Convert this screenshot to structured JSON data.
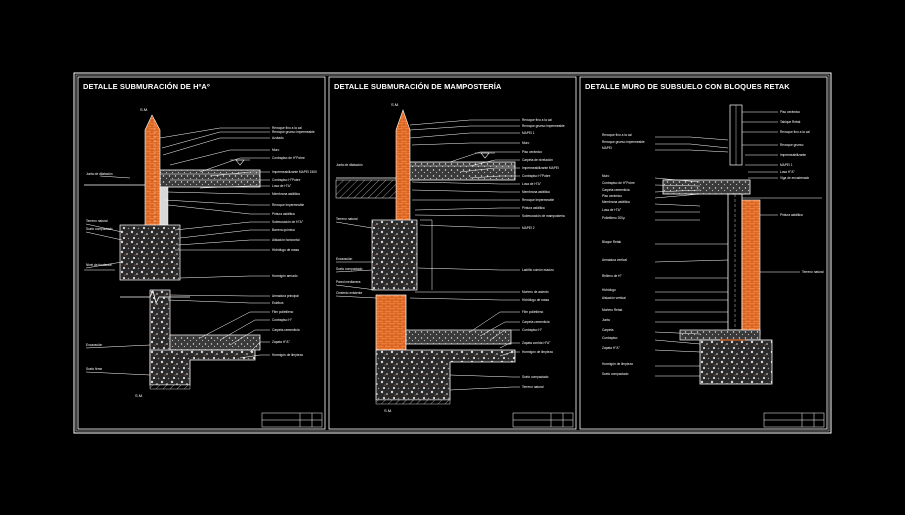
{
  "drawing": {
    "panels": [
      {
        "title": "DETALLE SUBMURACIÓN DE HºAº",
        "marks": [
          "S.M.",
          "S.M."
        ]
      },
      {
        "title": "DETALLE SUBMURACIÓN DE MAMPOSTERÍA",
        "marks": [
          "S.M.",
          "S.M."
        ]
      },
      {
        "title": "DETALLE MURO DE SUBSUELO CON BLOQUES RETAK",
        "marks": []
      }
    ]
  },
  "colors": {
    "background": "#000000",
    "frame": "#ffffff",
    "brick": "#e8722a",
    "concrete": "#d8d8d8",
    "leader": "#ffffff"
  }
}
